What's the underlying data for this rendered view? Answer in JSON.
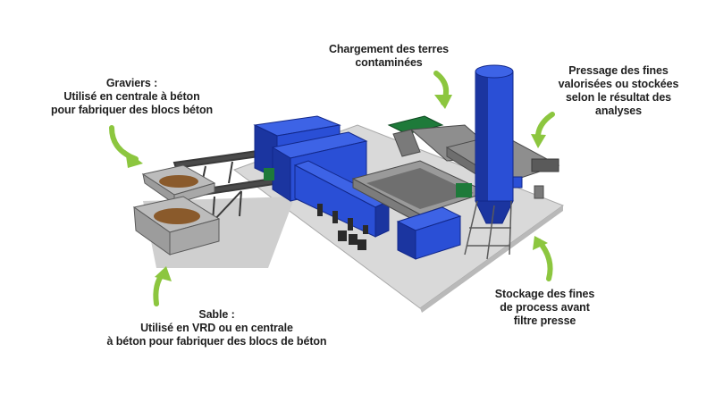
{
  "labels": {
    "graviers": [
      "Graviers :",
      "Utilisé en centrale à béton",
      "pour fabriquer des blocs béton"
    ],
    "chargement": [
      "Chargement des terres",
      "contaminées"
    ],
    "pressage": [
      "Pressage des fines",
      "valorisées ou stockées",
      "selon le résultat des",
      "analyses"
    ],
    "sable": [
      "Sable :",
      "Utilisé en VRD ou en centrale",
      "à béton pour fabriquer des blocs de béton"
    ],
    "stockage": [
      "Stockage des fines",
      "de process avant",
      "filtre presse"
    ]
  },
  "colors": {
    "plant_blue": "#2a4fd6",
    "plant_blue_dark": "#1b35a0",
    "arrow_green": "#8cc63f",
    "ground_grey": "#d9d9d9",
    "ground_shadow": "#b9b9b9",
    "metal_grey": "#8e8e8e",
    "accent_green": "#1e7a3a",
    "soil_brown": "#8a5a2b"
  }
}
